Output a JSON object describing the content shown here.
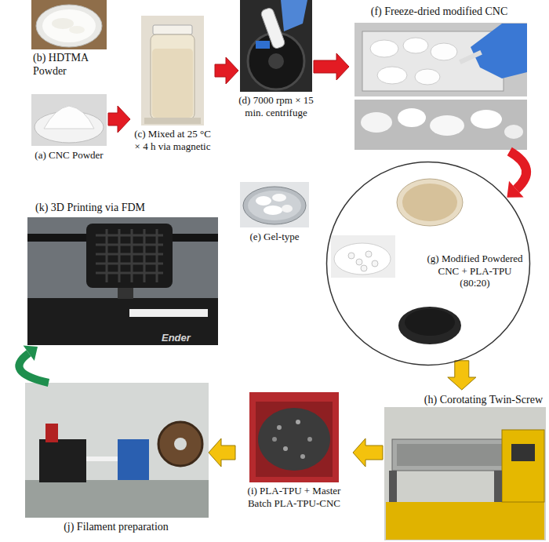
{
  "diagram": {
    "nodes": [
      {
        "text": [
          "(b) HDTMA Powder"
        ]
      },
      {
        "text": [
          "(a) CNC Powder"
        ]
      },
      {
        "text": [
          "(c) Mixed at 25 °C × 4 h via magnetic"
        ]
      },
      {
        "text": [
          "(d) 7000 rpm × 15 min. centrifuge"
        ]
      },
      {
        "text": [
          "(e) Gel-type"
        ]
      },
      {
        "text": [
          "(f) Freeze-dried modified CNC"
        ]
      },
      {
        "text": [
          "(g) Modified Powdered CNC + PLA-TPU (80:20)"
        ]
      },
      {
        "text": [
          "(h) Corotating Twin-Screw"
        ]
      },
      {
        "text": [
          "(i) PLA-TPU + Master Batch PLA-TPU-CNC"
        ]
      },
      {
        "text": [
          "(j) Filament preparation"
        ]
      },
      {
        "text": [
          "(k) 3D Printing via FDM"
        ]
      }
    ],
    "edges": [
      {
        "from": 1,
        "to": 2,
        "arrow": "to"
      },
      {
        "from": 2,
        "to": 3,
        "arrow": "to"
      },
      {
        "from": 3,
        "to": 5,
        "arrow": "to"
      },
      {
        "from": 5,
        "to": 6,
        "arrow": "to"
      },
      {
        "from": 6,
        "to": 7,
        "arrow": "to"
      },
      {
        "from": 7,
        "to": 8,
        "arrow": "to"
      },
      {
        "from": 8,
        "to": 9,
        "arrow": "to"
      },
      {
        "from": 9,
        "to": 10,
        "arrow": "to"
      }
    ],
    "labels": [
      "Ender"
    ]
  }
}
